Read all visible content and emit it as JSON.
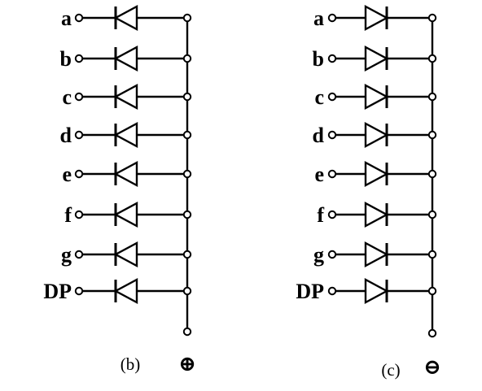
{
  "figure": {
    "panels": [
      {
        "caption": "(b)",
        "polarity_symbol": "⊕",
        "diode_direction": "left",
        "pins": [
          "a",
          "b",
          "c",
          "d",
          "e",
          "f",
          "g",
          "DP"
        ]
      },
      {
        "caption": "(c)",
        "polarity_symbol": "⊖",
        "diode_direction": "right",
        "pins": [
          "a",
          "b",
          "c",
          "d",
          "e",
          "f",
          "g",
          "DP"
        ]
      }
    ]
  }
}
